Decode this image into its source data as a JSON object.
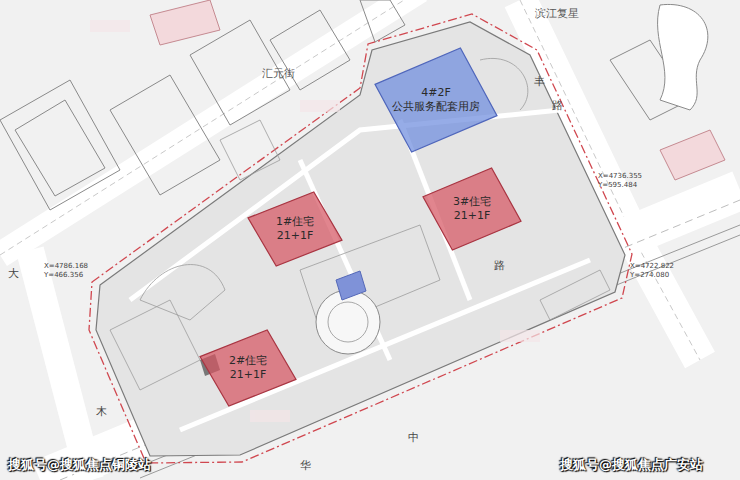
{
  "diagram": {
    "nodes": [
      {
        "text": [
          "4#2F",
          "公共服务配套用房"
        ]
      },
      {
        "text": [
          "1#住宅",
          "21+1F"
        ]
      },
      {
        "text": [
          "3#住宅",
          "21+1F"
        ]
      },
      {
        "text": [
          "2#住宅",
          "21+1F"
        ]
      }
    ],
    "labels": [
      "汇元街",
      "滨江复星",
      "丰",
      "路",
      "路",
      "中",
      "华",
      "大",
      "木",
      "X=4736.355",
      "Y=595.484",
      "X=4722.822",
      "Y=274.080",
      "X=4786.168",
      "Y=466.356",
      "搜狐号@搜狐焦点铜陵站",
      "搜狐号@搜狐焦点广安站"
    ]
  }
}
